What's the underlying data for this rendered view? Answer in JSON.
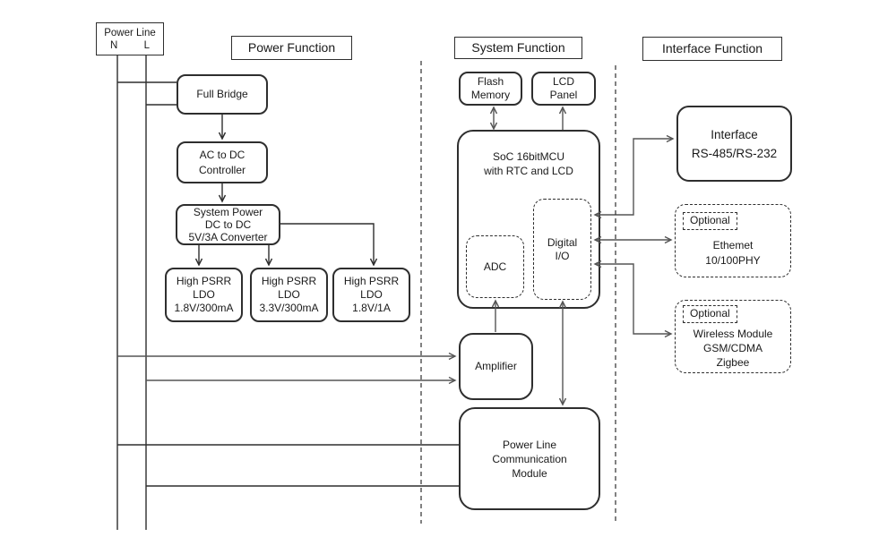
{
  "colors": {
    "ink": "#2e2e2e",
    "connector_gray": "#555555",
    "background": "#ffffff"
  },
  "sections": {
    "power_title": "Power Function",
    "system_title": "System Function",
    "interface_title": "Interface Function"
  },
  "power_line": {
    "title": "Power Line",
    "neutral_label": "N",
    "live_label": "L"
  },
  "blocks": {
    "full_bridge": {
      "label": "Full Bridge"
    },
    "ac_dc_controller": {
      "lines": [
        "AC to DC",
        "Controller"
      ]
    },
    "system_power": {
      "lines": [
        "System Power",
        "DC to DC",
        "5V/3A Converter"
      ]
    },
    "ldo_1v8_300ma": {
      "lines": [
        "High PSRR",
        "LDO",
        "1.8V/300mA"
      ]
    },
    "ldo_3v3_300ma": {
      "lines": [
        "High PSRR",
        "LDO",
        "3.3V/300mA"
      ]
    },
    "ldo_1v8_1a": {
      "lines": [
        "High PSRR",
        "LDO",
        "1.8V/1A"
      ]
    },
    "flash_memory": {
      "lines": [
        "Flash",
        "Memory"
      ]
    },
    "lcd_panel": {
      "lines": [
        "LCD",
        "Panel"
      ]
    },
    "soc": {
      "lines": [
        "SoC 16bitMCU",
        "with RTC and LCD"
      ]
    },
    "adc": {
      "label": "ADC"
    },
    "digital_io": {
      "lines": [
        "Digital",
        "I/O"
      ]
    },
    "amplifier": {
      "label": "Amplifier"
    },
    "plc_module": {
      "lines": [
        "Power Line",
        "Communication",
        "Module"
      ]
    },
    "interface_rs": {
      "lines": [
        "Interface",
        "RS-485/RS-232"
      ]
    },
    "ethernet": {
      "optional_label": "Optional",
      "lines": [
        "Ethemet",
        "10/100PHY"
      ]
    },
    "wireless": {
      "optional_label": "Optional",
      "lines": [
        "Wireless Module",
        "GSM/CDMA",
        "Zigbee"
      ]
    }
  }
}
